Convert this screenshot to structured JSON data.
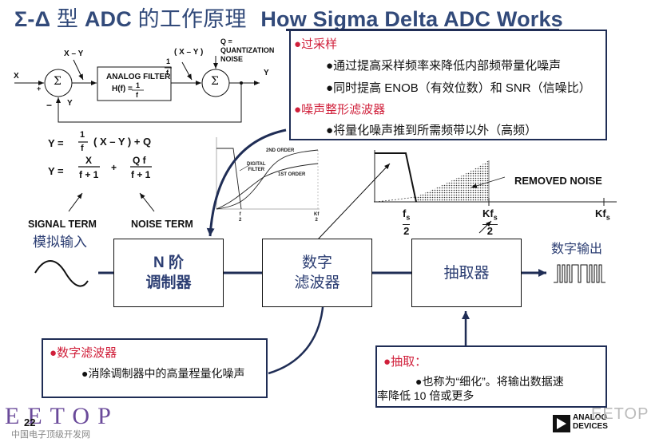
{
  "title": {
    "prefix": "Σ-Δ",
    "chinese": "型",
    "adc": "ADC",
    "chinese2": "的工作原理",
    "english": "How Sigma Delta ADC Works"
  },
  "block_diagram": {
    "input_x": "X",
    "plus": "+",
    "minus": "−",
    "feedback_y": "Y",
    "x_minus_y": "X – Y",
    "sigma": "Σ",
    "analog_filter": "ANALOG FILTER",
    "hf_label": "H(f) =",
    "one": "1",
    "f": "f",
    "filter_out": "( X – Y )",
    "quant_noise": [
      "Q =",
      "QUANTIZATION",
      "NOISE"
    ],
    "output_y": "Y"
  },
  "equations": {
    "eq1_lhs": "Y =",
    "eq1_num": "1",
    "eq1_den": "f",
    "eq1_rest": "( X – Y )  +  Q",
    "eq2_lhs": "Y =",
    "eq2_num1": "X",
    "eq2_den1": "f + 1",
    "eq2_plus": "+",
    "eq2_num2": "Q f",
    "eq2_den2": "f + 1",
    "signal_term": "SIGNAL TERM",
    "noise_term": "NOISE TERM"
  },
  "top_note": {
    "heading1": "过采样",
    "items1": [
      "通过提高采样频率来降低内部频带量化噪声",
      "同时提高 ENOB（有效位数）和 SNR（信噪比）"
    ],
    "heading2": "噪声整形滤波器",
    "items2": [
      "将量化噪声推到所需频带以外（高频）"
    ]
  },
  "small_chart": {
    "second_order": "2ND ORDER",
    "first_order": "1ST ORDER",
    "digital_filter": [
      "DIGITAL",
      "FILTER"
    ],
    "x_tick1": [
      "f",
      "2"
    ],
    "x_tick2": [
      "Kf",
      "2"
    ]
  },
  "noise_chart": {
    "removed_noise": "REMOVED NOISE",
    "tick1_num": "f",
    "tick1_sub": "s",
    "tick1_den": "2",
    "tick2_num": "Kf",
    "tick2_sub": "s",
    "tick2_den": "2",
    "tick3": "Kf",
    "tick3_sub": "s"
  },
  "flow": {
    "analog_input": "模拟输入",
    "modulator_line1": "N 阶",
    "modulator_line2": "调制器",
    "filter_line1": "数字",
    "filter_line2": "滤波器",
    "decimator": "抽取器",
    "digital_output": "数字输出"
  },
  "left_note": {
    "heading": "数字滤波器",
    "item": "消除调制器中的高量程量化噪声"
  },
  "right_note": {
    "heading": "抽取：",
    "item_line1": "也称为“细化”。将输出数据速",
    "item_line2": "率降低 10 倍或更多"
  },
  "footer": {
    "watermark_left": "EETOP",
    "watermark_sub": "中国电子顶级开发网",
    "page_number": "22",
    "logo_line1": "ANALOG",
    "logo_line2": "DEVICES",
    "watermark_right": "EETOP"
  },
  "colors": {
    "title": "#324a7a",
    "navy": "#1f2d55",
    "red": "#d01f3a",
    "block_text": "#2c3e73",
    "watermark": "#6a4a9a"
  }
}
